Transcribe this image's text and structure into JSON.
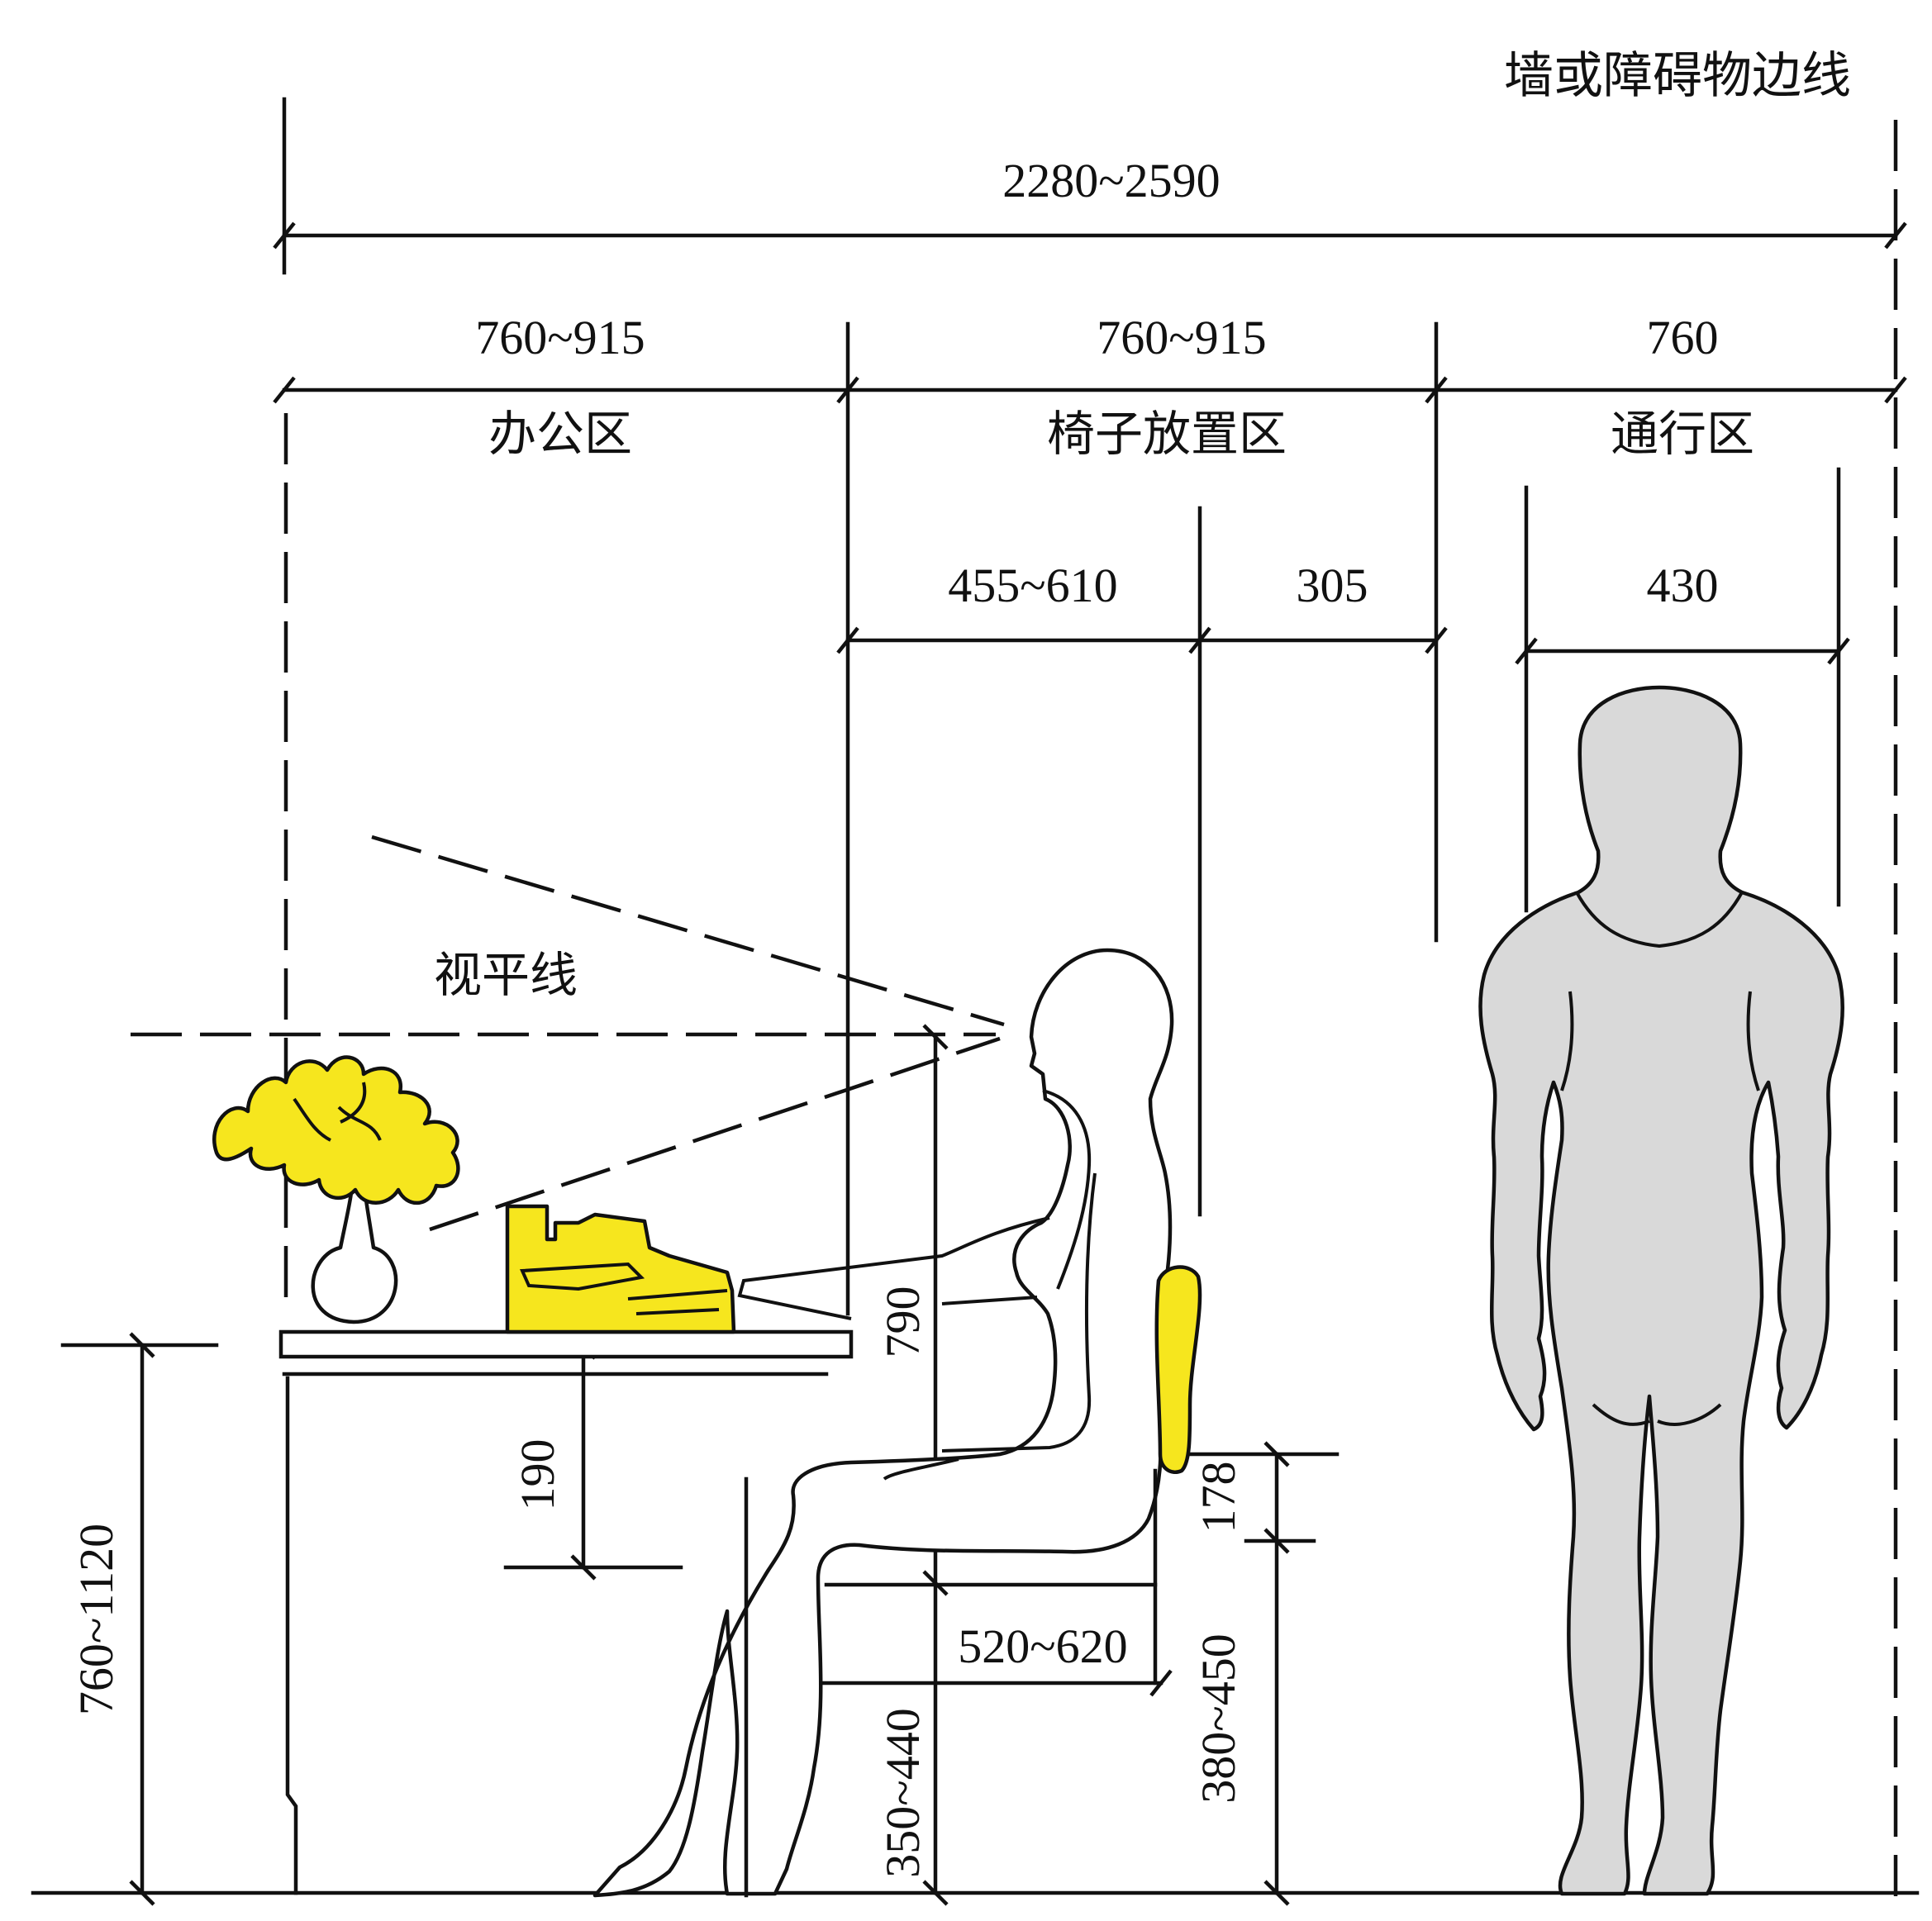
{
  "labels": {
    "wall": "墙或障碍物边线",
    "total_width": "2280~2590",
    "office_width": "760~915",
    "chair_width": "760~915",
    "passage_width": "760",
    "office_zone": "办公区",
    "chair_zone": "椅子放置区",
    "passage_zone": "通行区",
    "chair_front": "455~610",
    "chair_back": "305",
    "shoulder_width": "430",
    "sight_line": "视平线",
    "eye_height": "790",
    "under_desk": "190",
    "desk_height": "760~1120",
    "seat_thickness": "178",
    "seat_depth": "520~620",
    "knee_clear": "350~440",
    "seat_height": "380~450"
  },
  "colors": {
    "accent_yellow": "#f6e61e",
    "standing_figure": "#d9d9d9",
    "line": "#111111"
  }
}
